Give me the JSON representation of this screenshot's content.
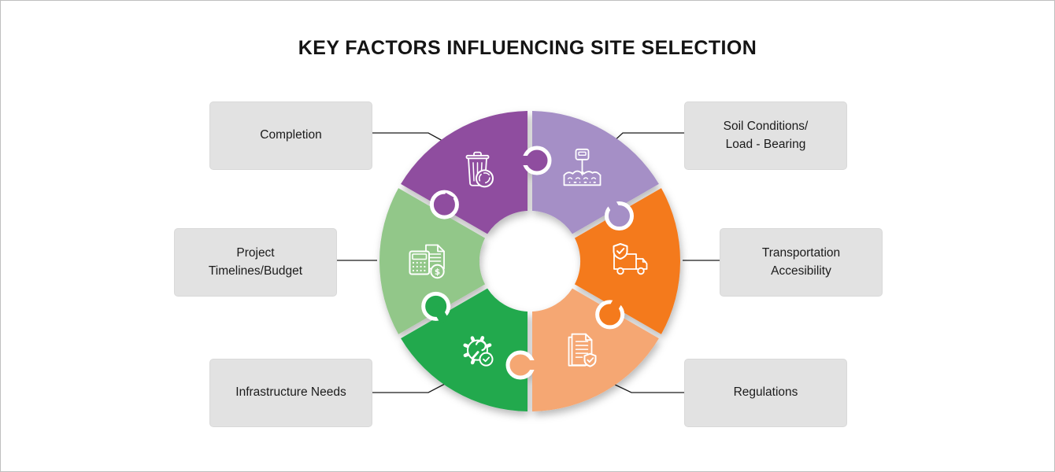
{
  "title": "KEY FACTORS INFLUENCING SITE SELECTION",
  "diagram": {
    "type": "puzzle-wheel",
    "factors": [
      {
        "id": "completion",
        "label": "Completion",
        "color": "#8F4E9F",
        "icon": "trash-recycle-icon",
        "side": "top-left"
      },
      {
        "id": "soil",
        "label": "Soil Conditions/\nLoad - Bearing",
        "color": "#A58FC6",
        "icon": "soil-test-icon",
        "side": "top-right"
      },
      {
        "id": "project",
        "label": "Project\nTimelines/Budget",
        "color": "#92C789",
        "icon": "calculator-budget-icon",
        "side": "middle-left"
      },
      {
        "id": "transportation",
        "label": "Transportation\nAccesibility",
        "color": "#F47A1E",
        "icon": "delivery-truck-icon",
        "side": "middle-right"
      },
      {
        "id": "infrastructure",
        "label": "Infrastructure Needs",
        "color": "#21A94D",
        "icon": "gear-wrench-icon",
        "side": "bottom-left"
      },
      {
        "id": "regulations",
        "label": "Regulations",
        "color": "#F5A773",
        "icon": "document-shield-icon",
        "side": "bottom-right"
      }
    ]
  }
}
